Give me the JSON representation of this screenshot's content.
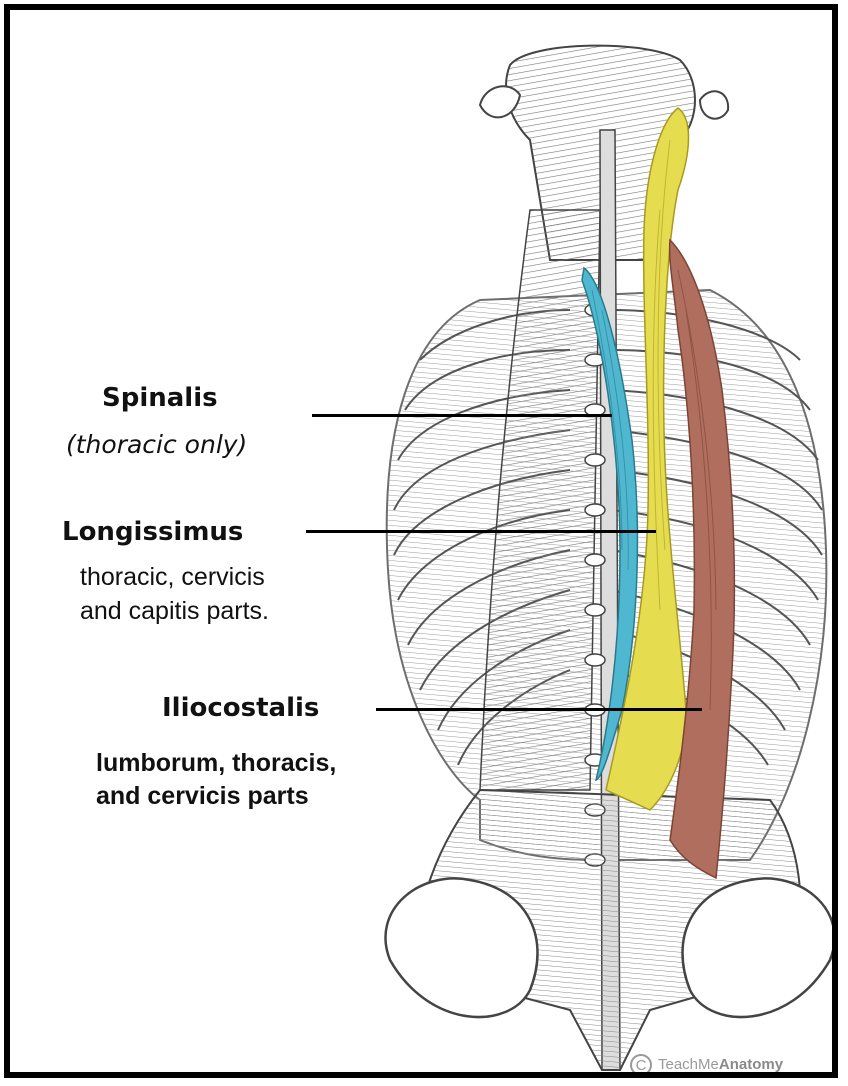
{
  "labels": {
    "spinalis": {
      "title": "Spinalis",
      "note": "(thoracic only)"
    },
    "longissimus": {
      "title": "Longissimus",
      "line1": "thoracic, cervicis",
      "line2": "and capitis parts."
    },
    "iliocostalis": {
      "title": "Iliocostalis",
      "line1": "lumborum, thoracis,",
      "line2": "and cervicis parts"
    }
  },
  "watermark": {
    "symbol": "C",
    "prefix": "TeachMe",
    "brand": "Anatomy"
  },
  "colors": {
    "spinalis": "#4fb8d0",
    "longissimus": "#e6dc50",
    "iliocostalis": "#b06e5e",
    "line": "#000000",
    "sketch": "#5a5a5a"
  }
}
